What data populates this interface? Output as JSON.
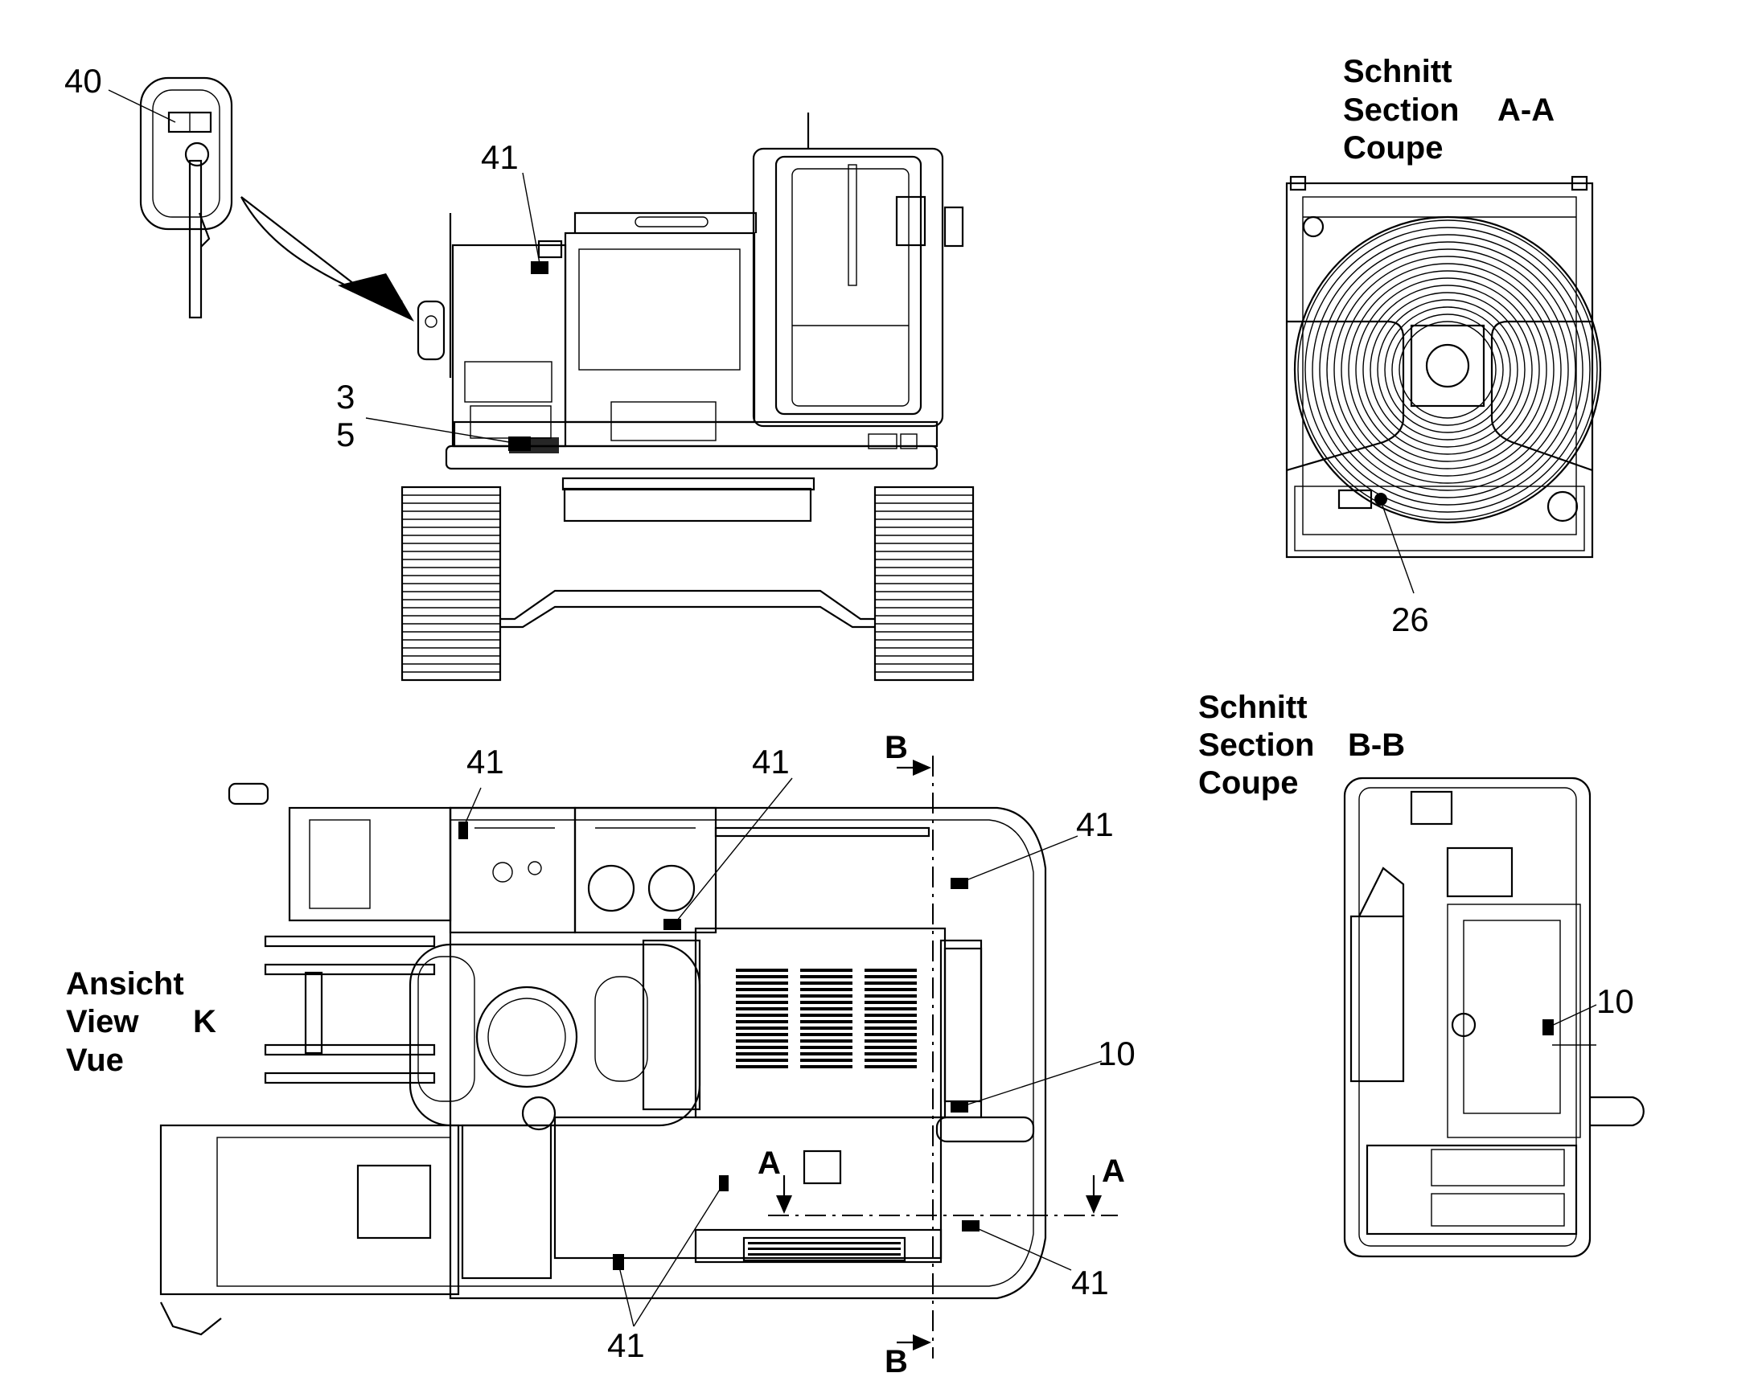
{
  "labels": {
    "l40": "40",
    "l41_rear": "41",
    "l3": "3",
    "l5": "5",
    "l26": "26",
    "l41_top_a": "41",
    "l41_top_b": "41",
    "l41_right_top": "41",
    "l10_top": "10",
    "l41_right_bottom": "41",
    "l41_bottom": "41",
    "l10_section": "10"
  },
  "section_aa": {
    "line1": "Schnitt",
    "line2": "Section",
    "line3": "Coupe",
    "id": "A-A"
  },
  "section_bb": {
    "line1": "Schnitt",
    "line2": "Section",
    "line3": "Coupe",
    "id": "B-B"
  },
  "view_k": {
    "line1": "Ansicht",
    "line2": "View",
    "line3": "Vue",
    "id": "K"
  },
  "cut_marks": {
    "a_left": "A",
    "a_right": "A",
    "b_top": "B",
    "b_bottom": "B"
  }
}
